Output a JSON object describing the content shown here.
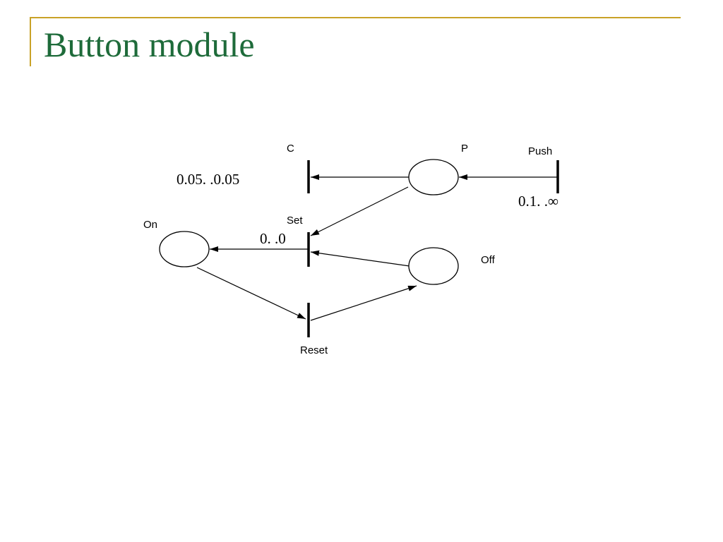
{
  "slide": {
    "title": "Button module",
    "accent_color": "#c9a227",
    "title_color": "#1e6b3a"
  },
  "diagram": {
    "places": [
      {
        "id": "P",
        "label": "P"
      },
      {
        "id": "On",
        "label": "On"
      },
      {
        "id": "Off",
        "label": "Off"
      }
    ],
    "transitions": [
      {
        "id": "C",
        "label": "C",
        "interval": "0.05. .0.05"
      },
      {
        "id": "Push",
        "label": "Push",
        "interval": "0.1. .∞"
      },
      {
        "id": "Set",
        "label": "Set",
        "interval": "0. .0"
      },
      {
        "id": "Reset",
        "label": "Reset",
        "interval": ""
      }
    ],
    "arcs": [
      {
        "from": "Push",
        "to": "P"
      },
      {
        "from": "P",
        "to": "C"
      },
      {
        "from": "P",
        "to": "Set"
      },
      {
        "from": "Set",
        "to": "On"
      },
      {
        "from": "Off",
        "to": "Set"
      },
      {
        "from": "On",
        "to": "Reset"
      },
      {
        "from": "Reset",
        "to": "Off"
      }
    ]
  }
}
